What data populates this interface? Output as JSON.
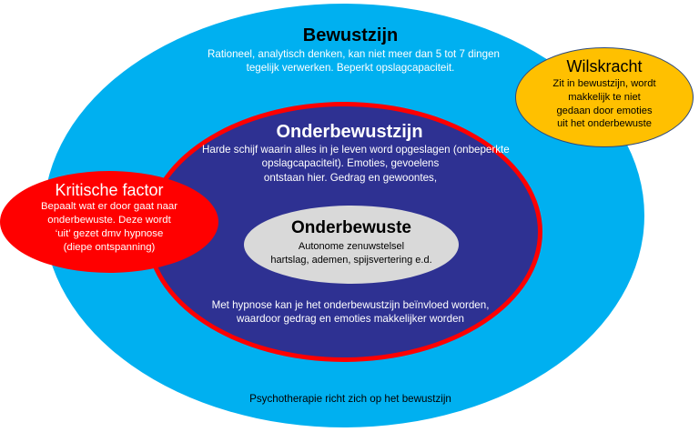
{
  "colors": {
    "outer": "#00b0f0",
    "middle": "#2e3192",
    "middle_border": "#ff0000",
    "inner": "#d9d9d9",
    "kritische_factor": "#ff0000",
    "wilskracht": "#ffc000"
  },
  "bewustzijn": {
    "title": "Bewustzijn",
    "lines": [
      "Rationeel, analytisch denken, kan niet meer dan 5 tot 7 dingen",
      "tegelijk verwerken. Beperkt opslagcapaciteit."
    ],
    "footer": "Psychotherapie richt zich op het bewustzijn"
  },
  "onderbewustzijn": {
    "title": "Onderbewustzijn",
    "lines": [
      "Harde schijf waarin alles in je leven word opgeslagen (onbeperkte",
      "opslagcapaciteit). Emoties, gevoelens",
      "ontstaan hier. Gedrag en gewoontes,"
    ],
    "footer_lines": [
      "Met hypnose kan je het onderbewustzijn beïnvloed worden,",
      "waardoor gedrag en emoties makkelijker worden"
    ]
  },
  "onderbewuste": {
    "title": "Onderbewuste",
    "lines": [
      "Autonome zenuwstelsel",
      "hartslag, ademen, spijsvertering e.d."
    ]
  },
  "kritische_factor": {
    "title": "Kritische factor",
    "lines": [
      "Bepaalt wat er door gaat naar",
      "onderbewuste. Deze wordt",
      "‘uit’ gezet dmv hypnose",
      "(diepe ontspanning)"
    ]
  },
  "wilskracht": {
    "title": "Wilskracht",
    "lines": [
      "Zit in bewustzijn, wordt",
      "makkelijk te niet",
      "gedaan door emoties",
      "uit het onderbewuste"
    ]
  }
}
